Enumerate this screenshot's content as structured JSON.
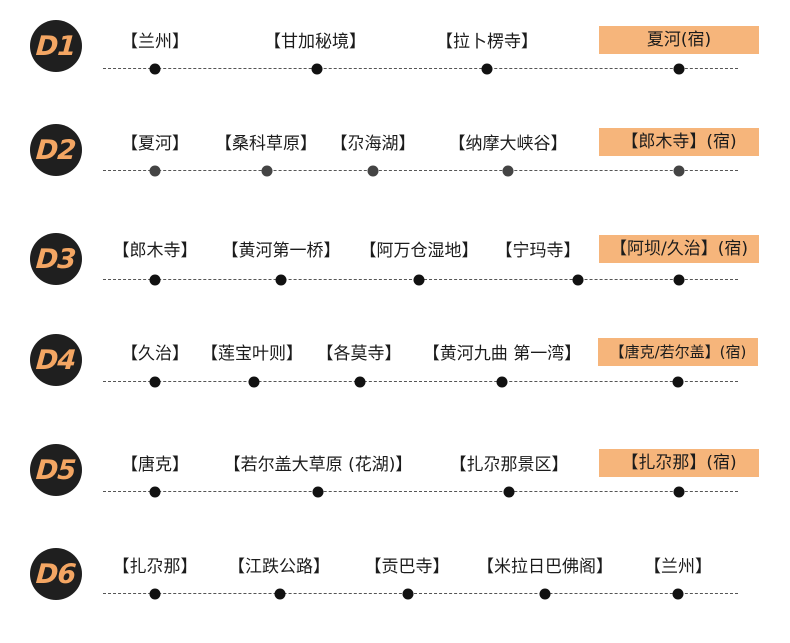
{
  "days": [
    {
      "badge": "D1",
      "stops": [
        {
          "label": "【兰州】",
          "highlight": false
        },
        {
          "label": "【甘加秘境】",
          "highlight": false
        },
        {
          "label": "【拉卜楞寺】",
          "highlight": false
        },
        {
          "label": "夏河(宿)",
          "highlight": true
        }
      ]
    },
    {
      "badge": "D2",
      "stops": [
        {
          "label": "【夏河】",
          "highlight": false
        },
        {
          "label": "【桑科草原】",
          "highlight": false
        },
        {
          "label": "【尕海湖】",
          "highlight": false
        },
        {
          "label": "【纳摩大峡谷】",
          "highlight": false
        },
        {
          "label": "【郎木寺】(宿)",
          "highlight": true
        }
      ]
    },
    {
      "badge": "D3",
      "stops": [
        {
          "label": "【郎木寺】",
          "highlight": false
        },
        {
          "label": "【黄河第一桥】",
          "highlight": false
        },
        {
          "label": "【阿万仓湿地】",
          "highlight": false
        },
        {
          "label": "【宁玛寺】",
          "highlight": false
        },
        {
          "label": "【阿坝/久治】(宿)",
          "highlight": true
        }
      ]
    },
    {
      "badge": "D4",
      "stops": [
        {
          "label": "【久治】",
          "highlight": false
        },
        {
          "label": "【莲宝叶则】",
          "highlight": false
        },
        {
          "label": "【各莫寺】",
          "highlight": false
        },
        {
          "label": "【黄河九曲 第一湾】",
          "highlight": false
        },
        {
          "label": "【唐克/若尔盖】(宿)",
          "highlight": true
        }
      ]
    },
    {
      "badge": "D5",
      "stops": [
        {
          "label": "【唐克】",
          "highlight": false
        },
        {
          "label": "【若尔盖大草原 (花湖)】",
          "highlight": false
        },
        {
          "label": "【扎尕那景区】",
          "highlight": false
        },
        {
          "label": "【扎尕那】(宿)",
          "highlight": true
        }
      ]
    },
    {
      "badge": "D6",
      "stops": [
        {
          "label": "【扎尕那】",
          "highlight": false
        },
        {
          "label": "【江跌公路】",
          "highlight": false
        },
        {
          "label": "【贡巴寺】",
          "highlight": false
        },
        {
          "label": "【米拉日巴佛阁】",
          "highlight": false
        },
        {
          "label": "【兰州】",
          "highlight": false
        }
      ]
    }
  ]
}
